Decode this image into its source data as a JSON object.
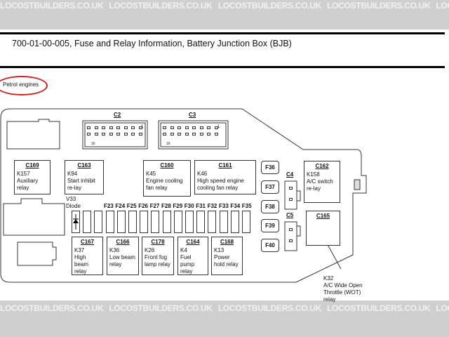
{
  "watermark": "LOCOSTBUILDERS.CO.UK",
  "title": "700-01-00-005, Fuse and Relay Information, Battery Junction Box (BJB)",
  "variant_label": "Petrol engines",
  "connectors": {
    "c2": "C2",
    "c3": "C3",
    "c4": "C4",
    "c5": "C5",
    "pin_first": "1",
    "pin_last": "16"
  },
  "relays": [
    {
      "conn": "C169",
      "id": "K157",
      "desc": "Auxiliary relay"
    },
    {
      "conn": "C163",
      "id": "K94",
      "desc": "Start inhibit re-lay"
    },
    {
      "conn": "C160",
      "id": "K45",
      "desc": "Engine cooling fan relay"
    },
    {
      "conn": "C161",
      "id": "K46",
      "desc": "High speed engine cooling fan relay"
    },
    {
      "conn": "C167",
      "id": "K37",
      "desc": "High beam relay"
    },
    {
      "conn": "C166",
      "id": "K36",
      "desc": "Low beam relay"
    },
    {
      "conn": "C178",
      "id": "K26",
      "desc": "Front fog lamp relay"
    },
    {
      "conn": "C164",
      "id": "K4",
      "desc": "Fuel pump relay"
    },
    {
      "conn": "C168",
      "id": "K13",
      "desc": "Power hold relay"
    },
    {
      "conn": "C162",
      "id": "K158",
      "desc": "A/C switch re-lay"
    },
    {
      "conn": "C165",
      "id": "K32",
      "desc": "A/C Wide Open Throttle (WOT) relay"
    }
  ],
  "diode": {
    "id": "V33",
    "desc": "Diode"
  },
  "fuses_row": [
    "F23",
    "F24",
    "F25",
    "F26",
    "F27",
    "F28",
    "F29",
    "F30",
    "F31",
    "F32",
    "F33",
    "F34",
    "F35"
  ],
  "fuses_col": [
    "F36",
    "F37",
    "F38",
    "F39",
    "F40"
  ]
}
